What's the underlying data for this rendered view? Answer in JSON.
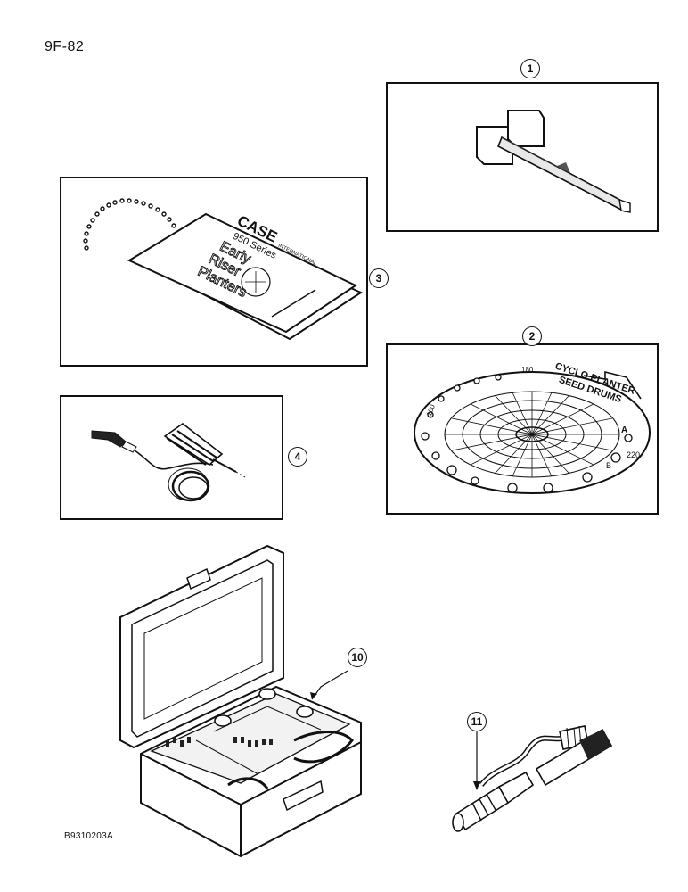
{
  "page": {
    "number": "9F-82",
    "figure_code": "B9310203A"
  },
  "callouts": {
    "c1": "1",
    "c2": "2",
    "c3": "3",
    "c4": "4",
    "c10": "10",
    "c11": "11"
  },
  "gauge_card": {
    "brand": "CASE",
    "brand_sub": "INTERNATIONAL",
    "series": "950 Series",
    "line1": "Early",
    "line2": "Riser",
    "line3": "Planters"
  },
  "seed_disc": {
    "title1": "CYCLO PLANTER",
    "title2": "SEED DRUMS",
    "letter_a": "A",
    "letter_b": "B",
    "num_220": "220",
    "num_180": "180",
    "num_160": "160"
  },
  "icons": [
    "insertion-tool-icon",
    "seed-drum-disc-icon",
    "gauge-card-icon",
    "test-light-icon",
    "tester-case-icon",
    "harness-adapter-icon"
  ]
}
